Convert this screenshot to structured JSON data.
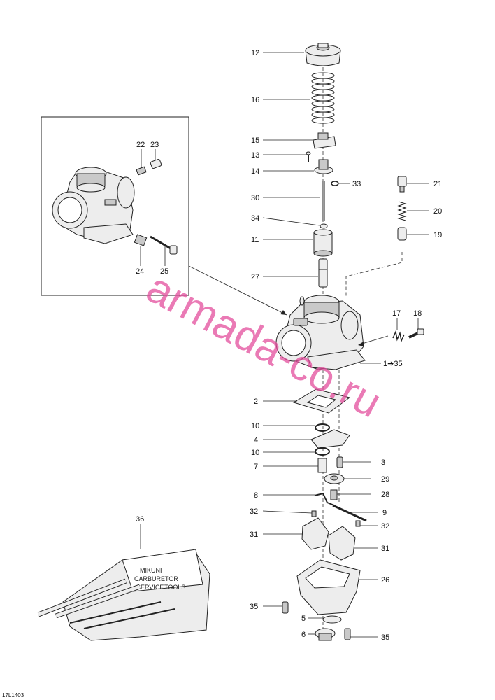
{
  "figure_code": "17L1403",
  "watermark": "armada-co.ru",
  "callouts": [
    {
      "id": "c12",
      "label": "12"
    },
    {
      "id": "c16",
      "label": "16"
    },
    {
      "id": "c15",
      "label": "15"
    },
    {
      "id": "c13",
      "label": "13"
    },
    {
      "id": "c14",
      "label": "14"
    },
    {
      "id": "c33",
      "label": "33"
    },
    {
      "id": "c30",
      "label": "30"
    },
    {
      "id": "c34",
      "label": "34"
    },
    {
      "id": "c11",
      "label": "11"
    },
    {
      "id": "c27",
      "label": "27"
    },
    {
      "id": "c21",
      "label": "21"
    },
    {
      "id": "c20",
      "label": "20"
    },
    {
      "id": "c19",
      "label": "19"
    },
    {
      "id": "c17",
      "label": "17"
    },
    {
      "id": "c18",
      "label": "18"
    },
    {
      "id": "c1",
      "label": "1➔35"
    },
    {
      "id": "c2",
      "label": "2"
    },
    {
      "id": "c10a",
      "label": "10"
    },
    {
      "id": "c4",
      "label": "4"
    },
    {
      "id": "c10b",
      "label": "10"
    },
    {
      "id": "c7",
      "label": "7"
    },
    {
      "id": "c3",
      "label": "3"
    },
    {
      "id": "c29",
      "label": "29"
    },
    {
      "id": "c28",
      "label": "28"
    },
    {
      "id": "c8",
      "label": "8"
    },
    {
      "id": "c9",
      "label": "9"
    },
    {
      "id": "c32a",
      "label": "32"
    },
    {
      "id": "c32b",
      "label": "32"
    },
    {
      "id": "c31a",
      "label": "31"
    },
    {
      "id": "c31b",
      "label": "31"
    },
    {
      "id": "c26",
      "label": "26"
    },
    {
      "id": "c35a",
      "label": "35"
    },
    {
      "id": "c5",
      "label": "5"
    },
    {
      "id": "c6",
      "label": "6"
    },
    {
      "id": "c35b",
      "label": "35"
    },
    {
      "id": "c22",
      "label": "22"
    },
    {
      "id": "c23",
      "label": "23"
    },
    {
      "id": "c24",
      "label": "24"
    },
    {
      "id": "c25",
      "label": "25"
    },
    {
      "id": "c36",
      "label": "36"
    }
  ],
  "tool_kit_text": [
    "MIKUNI",
    "CARBURETOR",
    "SERVICE",
    "TOOLS"
  ]
}
